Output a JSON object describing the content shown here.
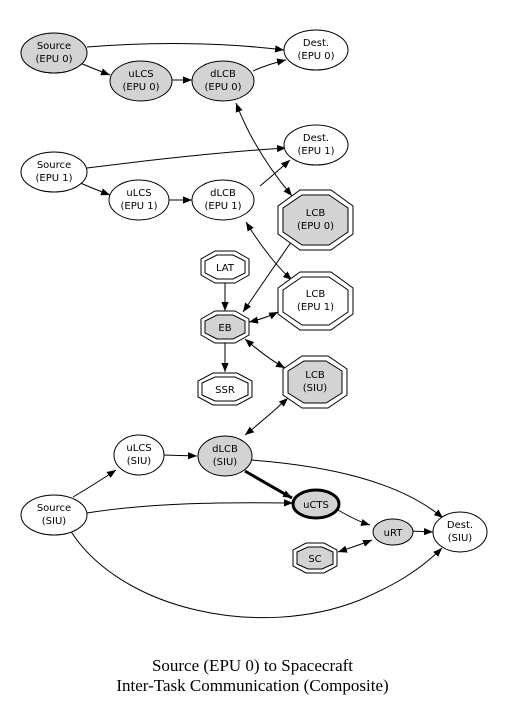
{
  "colors": {
    "gray_fill": "#d3d3d3",
    "white_fill": "#ffffff",
    "stroke": "#000000"
  },
  "nodes": {
    "source_epu0": {
      "line1": "Source",
      "line2": "(EPU 0)",
      "fill": "gray"
    },
    "dest_epu0": {
      "line1": "Dest.",
      "line2": "(EPU 0)",
      "fill": "white"
    },
    "ulcs_epu0": {
      "line1": "uLCS",
      "line2": "(EPU 0)",
      "fill": "gray"
    },
    "dlcb_epu0": {
      "line1": "dLCB",
      "line2": "(EPU 0)",
      "fill": "gray"
    },
    "source_epu1": {
      "line1": "Source",
      "line2": "(EPU 1)",
      "fill": "white"
    },
    "dest_epu1": {
      "line1": "Dest.",
      "line2": "(EPU 1)",
      "fill": "white"
    },
    "ulcs_epu1": {
      "line1": "uLCS",
      "line2": "(EPU 1)",
      "fill": "white"
    },
    "dlcb_epu1": {
      "line1": "dLCB",
      "line2": "(EPU 1)",
      "fill": "white"
    },
    "lcb_epu0": {
      "line1": "LCB",
      "line2": "(EPU 0)",
      "fill": "gray"
    },
    "lat": {
      "line1": "LAT",
      "fill": "white"
    },
    "lcb_epu1": {
      "line1": "LCB",
      "line2": "(EPU 1)",
      "fill": "white"
    },
    "eb": {
      "line1": "EB",
      "fill": "gray"
    },
    "ssr": {
      "line1": "SSR",
      "fill": "white"
    },
    "lcb_siu": {
      "line1": "LCB",
      "line2": "(SIU)",
      "fill": "gray"
    },
    "ulcs_siu": {
      "line1": "uLCS",
      "line2": "(SIU)",
      "fill": "white"
    },
    "dlcb_siu": {
      "line1": "dLCB",
      "line2": "(SIU)",
      "fill": "gray"
    },
    "source_siu": {
      "line1": "Source",
      "line2": "(SIU)",
      "fill": "white"
    },
    "ucts": {
      "line1": "uCTS",
      "fill": "gray"
    },
    "urt": {
      "line1": "uRT",
      "fill": "gray"
    },
    "dest_siu": {
      "line1": "Dest.",
      "line2": "(SIU)",
      "fill": "white"
    },
    "sc": {
      "line1": "SC",
      "fill": "gray"
    }
  },
  "caption": {
    "line1": "Source (EPU 0) to Spacecraft",
    "line2": "Inter-Task Communication (Composite)"
  }
}
